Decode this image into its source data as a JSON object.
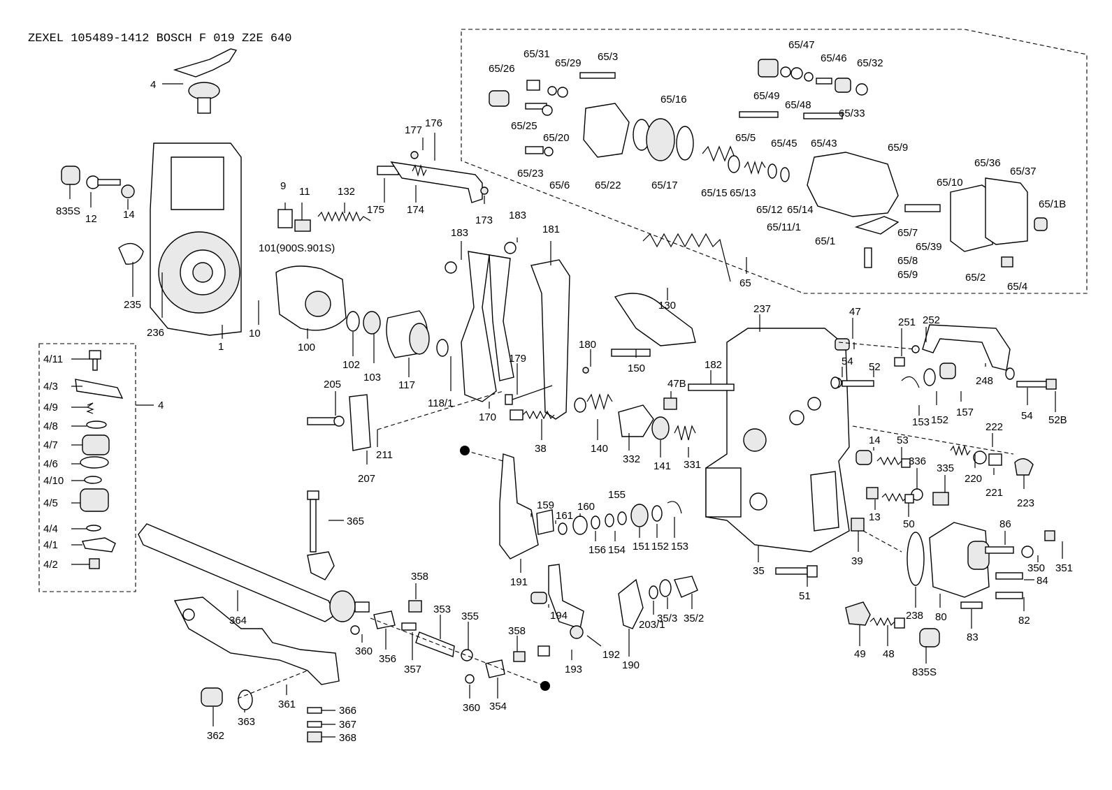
{
  "title": "ZEXEL  105489-1412  BOSCH  F 019 Z2E 640",
  "callouts": [
    {
      "id": "c4",
      "text": "4"
    },
    {
      "id": "c835s_l",
      "text": "835S"
    },
    {
      "id": "c12",
      "text": "12"
    },
    {
      "id": "c14a",
      "text": "14"
    },
    {
      "id": "c235",
      "text": "235"
    },
    {
      "id": "c236",
      "text": "236"
    },
    {
      "id": "c1",
      "text": "1"
    },
    {
      "id": "c10",
      "text": "10"
    },
    {
      "id": "c9",
      "text": "9"
    },
    {
      "id": "c11",
      "text": "11"
    },
    {
      "id": "c132",
      "text": "132"
    },
    {
      "id": "c101",
      "text": "101(900S.901S)"
    },
    {
      "id": "c177",
      "text": "177"
    },
    {
      "id": "c176",
      "text": "176"
    },
    {
      "id": "c175",
      "text": "175"
    },
    {
      "id": "c174",
      "text": "174"
    },
    {
      "id": "c173",
      "text": "173"
    },
    {
      "id": "c183a",
      "text": "183"
    },
    {
      "id": "c183b",
      "text": "183"
    },
    {
      "id": "c181",
      "text": "181"
    },
    {
      "id": "c100",
      "text": "100"
    },
    {
      "id": "c102",
      "text": "102"
    },
    {
      "id": "c103",
      "text": "103"
    },
    {
      "id": "c117",
      "text": "117"
    },
    {
      "id": "c118",
      "text": "118/1"
    },
    {
      "id": "c170",
      "text": "170"
    },
    {
      "id": "c179",
      "text": "179"
    },
    {
      "id": "c180",
      "text": "180"
    },
    {
      "id": "c130",
      "text": "130"
    },
    {
      "id": "c150",
      "text": "150"
    },
    {
      "id": "c65",
      "text": "65"
    },
    {
      "id": "c6526",
      "text": "65/26"
    },
    {
      "id": "c6531",
      "text": "65/31"
    },
    {
      "id": "c6529",
      "text": "65/29"
    },
    {
      "id": "c653",
      "text": "65/3"
    },
    {
      "id": "c6525",
      "text": "65/25"
    },
    {
      "id": "c6520",
      "text": "65/20"
    },
    {
      "id": "c6523",
      "text": "65/23"
    },
    {
      "id": "c656",
      "text": "65/6"
    },
    {
      "id": "c6522",
      "text": "65/22"
    },
    {
      "id": "c6516",
      "text": "65/16"
    },
    {
      "id": "c6517",
      "text": "65/17"
    },
    {
      "id": "c6515",
      "text": "65/15"
    },
    {
      "id": "c6513",
      "text": "65/13"
    },
    {
      "id": "c6512",
      "text": "65/12"
    },
    {
      "id": "c6514",
      "text": "65/14"
    },
    {
      "id": "c65111",
      "text": "65/11/1"
    },
    {
      "id": "c655",
      "text": "65/5"
    },
    {
      "id": "c6545",
      "text": "65/45"
    },
    {
      "id": "c6543",
      "text": "65/43"
    },
    {
      "id": "c6547",
      "text": "65/47"
    },
    {
      "id": "c6546",
      "text": "65/46"
    },
    {
      "id": "c6532",
      "text": "65/32"
    },
    {
      "id": "c6549",
      "text": "65/49"
    },
    {
      "id": "c6548",
      "text": "65/48"
    },
    {
      "id": "c6533",
      "text": "65/33"
    },
    {
      "id": "c659a",
      "text": "65/9"
    },
    {
      "id": "c6510",
      "text": "65/10"
    },
    {
      "id": "c6536",
      "text": "65/36"
    },
    {
      "id": "c6537",
      "text": "65/37"
    },
    {
      "id": "c651b",
      "text": "65/1B"
    },
    {
      "id": "c651",
      "text": "65/1"
    },
    {
      "id": "c657",
      "text": "65/7"
    },
    {
      "id": "c6539",
      "text": "65/39"
    },
    {
      "id": "c658",
      "text": "65/8"
    },
    {
      "id": "c659b",
      "text": "65/9"
    },
    {
      "id": "c652",
      "text": "65/2"
    },
    {
      "id": "c654",
      "text": "65/4"
    },
    {
      "id": "c237",
      "text": "237"
    },
    {
      "id": "c47",
      "text": "47"
    },
    {
      "id": "c251",
      "text": "251"
    },
    {
      "id": "c252",
      "text": "252"
    },
    {
      "id": "c248",
      "text": "248"
    },
    {
      "id": "c54a",
      "text": "54"
    },
    {
      "id": "c52",
      "text": "52"
    },
    {
      "id": "c47b",
      "text": "47B"
    },
    {
      "id": "c182",
      "text": "182"
    },
    {
      "id": "c153a",
      "text": "153"
    },
    {
      "id": "c152a",
      "text": "152"
    },
    {
      "id": "c157",
      "text": "157"
    },
    {
      "id": "c54b",
      "text": "54"
    },
    {
      "id": "c52b",
      "text": "52B"
    },
    {
      "id": "c205",
      "text": "205"
    },
    {
      "id": "c211",
      "text": "211"
    },
    {
      "id": "c207",
      "text": "207"
    },
    {
      "id": "c38",
      "text": "38"
    },
    {
      "id": "c140",
      "text": "140"
    },
    {
      "id": "c332",
      "text": "332"
    },
    {
      "id": "c141",
      "text": "141"
    },
    {
      "id": "c331",
      "text": "331"
    },
    {
      "id": "c14b",
      "text": "14"
    },
    {
      "id": "c53",
      "text": "53"
    },
    {
      "id": "c222",
      "text": "222"
    },
    {
      "id": "c336",
      "text": "336"
    },
    {
      "id": "c335",
      "text": "335"
    },
    {
      "id": "c220",
      "text": "220"
    },
    {
      "id": "c221",
      "text": "221"
    },
    {
      "id": "c223",
      "text": "223"
    },
    {
      "id": "c13",
      "text": "13"
    },
    {
      "id": "c50",
      "text": "50"
    },
    {
      "id": "c39",
      "text": "39"
    },
    {
      "id": "c86",
      "text": "86"
    },
    {
      "id": "c350",
      "text": "350"
    },
    {
      "id": "c351",
      "text": "351"
    },
    {
      "id": "c84",
      "text": "84"
    },
    {
      "id": "c82",
      "text": "82"
    },
    {
      "id": "c83",
      "text": "83"
    },
    {
      "id": "c80",
      "text": "80"
    },
    {
      "id": "c238",
      "text": "238"
    },
    {
      "id": "c835s_r",
      "text": "835S"
    },
    {
      "id": "c48",
      "text": "48"
    },
    {
      "id": "c49",
      "text": "49"
    },
    {
      "id": "c51",
      "text": "51"
    },
    {
      "id": "c35",
      "text": "35"
    },
    {
      "id": "c155",
      "text": "155"
    },
    {
      "id": "c159",
      "text": "159"
    },
    {
      "id": "c161",
      "text": "161"
    },
    {
      "id": "c160",
      "text": "160"
    },
    {
      "id": "c156",
      "text": "156"
    },
    {
      "id": "c154",
      "text": "154"
    },
    {
      "id": "c151",
      "text": "151"
    },
    {
      "id": "c152b",
      "text": "152"
    },
    {
      "id": "c153b",
      "text": "153"
    },
    {
      "id": "c191",
      "text": "191"
    },
    {
      "id": "c365",
      "text": "365"
    },
    {
      "id": "c364",
      "text": "364"
    },
    {
      "id": "c358a",
      "text": "358"
    },
    {
      "id": "c353",
      "text": "353"
    },
    {
      "id": "c355",
      "text": "355"
    },
    {
      "id": "c358b",
      "text": "358"
    },
    {
      "id": "c360a",
      "text": "360"
    },
    {
      "id": "c356",
      "text": "356"
    },
    {
      "id": "c357",
      "text": "357"
    },
    {
      "id": "c360b",
      "text": "360"
    },
    {
      "id": "c354",
      "text": "354"
    },
    {
      "id": "c361",
      "text": "361"
    },
    {
      "id": "c362",
      "text": "362"
    },
    {
      "id": "c363",
      "text": "363"
    },
    {
      "id": "c366",
      "text": "366"
    },
    {
      "id": "c367",
      "text": "367"
    },
    {
      "id": "c368",
      "text": "368"
    },
    {
      "id": "c194",
      "text": "194"
    },
    {
      "id": "c192",
      "text": "192"
    },
    {
      "id": "c193",
      "text": "193"
    },
    {
      "id": "c190",
      "text": "190"
    },
    {
      "id": "c2031",
      "text": "203/1"
    },
    {
      "id": "c353b",
      "text": "35/3"
    },
    {
      "id": "c352",
      "text": "35/2"
    },
    {
      "id": "c411",
      "text": "4/11"
    },
    {
      "id": "c43",
      "text": "4/3"
    },
    {
      "id": "c49s",
      "text": "4/9"
    },
    {
      "id": "c48s",
      "text": "4/8"
    },
    {
      "id": "c47s",
      "text": "4/7"
    },
    {
      "id": "c46",
      "text": "4/6"
    },
    {
      "id": "c410",
      "text": "4/10"
    },
    {
      "id": "c45",
      "text": "4/5"
    },
    {
      "id": "c44",
      "text": "4/4"
    },
    {
      "id": "c41",
      "text": "4/1"
    },
    {
      "id": "c42",
      "text": "4/2"
    },
    {
      "id": "c4box",
      "text": "4"
    }
  ]
}
